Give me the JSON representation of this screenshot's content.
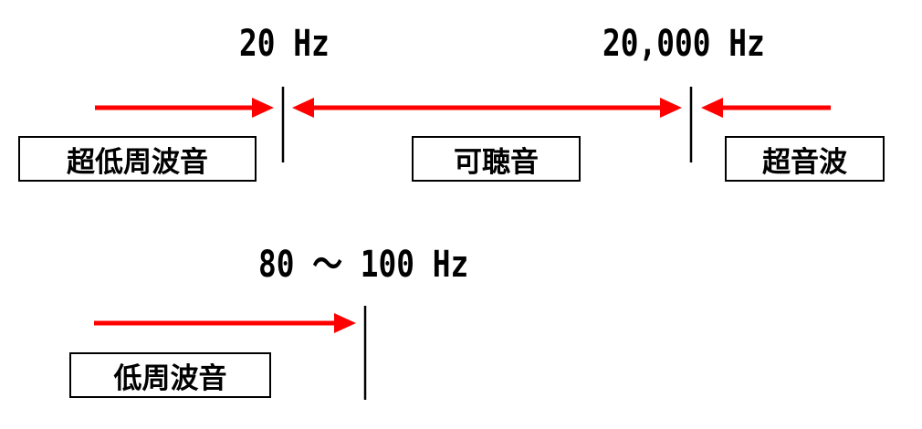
{
  "colors": {
    "arrow": "#ff0000",
    "line": "#000000",
    "text": "#000000",
    "box_border": "#000000"
  },
  "labels": {
    "hz_low": "20 Hz",
    "hz_high": "20,000 Hz",
    "hz_range": "80 ～ 100 Hz"
  },
  "boxes": {
    "infrasound": "超低周波音",
    "audible": "可聴音",
    "ultrasound": "超音波",
    "low_frequency": "低周波音"
  }
}
